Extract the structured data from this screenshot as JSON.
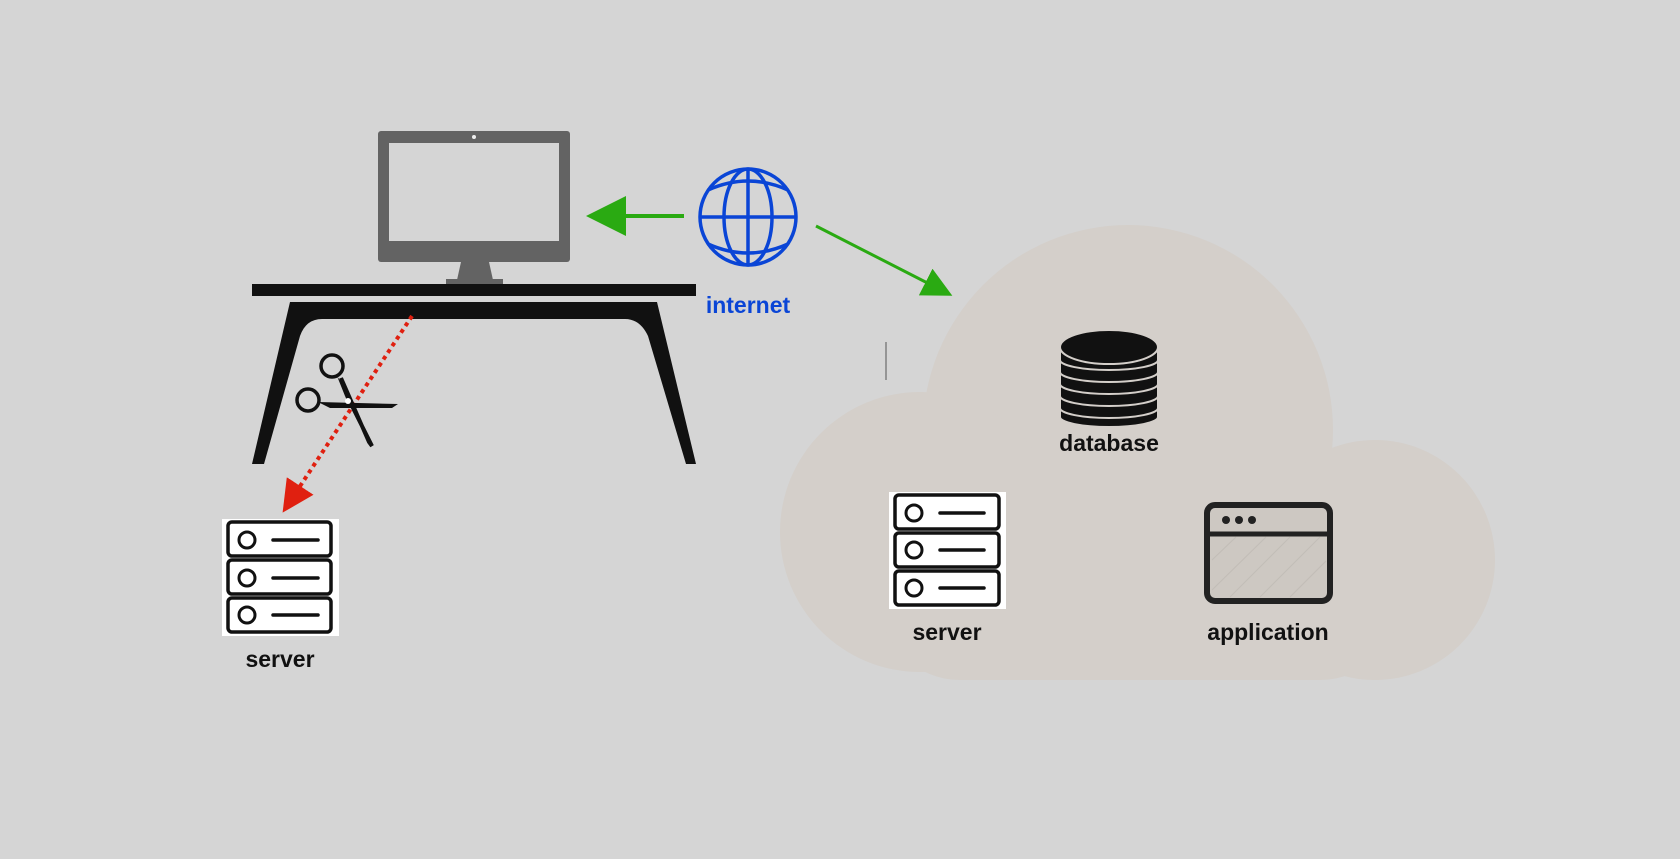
{
  "labels": {
    "internet": "internet",
    "local_server": "server",
    "cloud_server": "server",
    "database": "database",
    "application": "application"
  },
  "icons": {
    "monitor": "monitor-icon",
    "desk": "desk-icon",
    "globe": "globe-icon",
    "scissors": "scissors-icon",
    "local_server": "server-icon",
    "cloud_server": "server-icon",
    "database": "database-icon",
    "application": "application-window-icon",
    "cloud": "cloud-shape"
  },
  "colors": {
    "background": "#d5d5d5",
    "cloud": "#d4cfca",
    "internet": "#0a45d6",
    "connection_arrow": "#2aaa12",
    "cut_connection": "#e02010",
    "monitor": "#636363",
    "icon_dark": "#111111"
  }
}
